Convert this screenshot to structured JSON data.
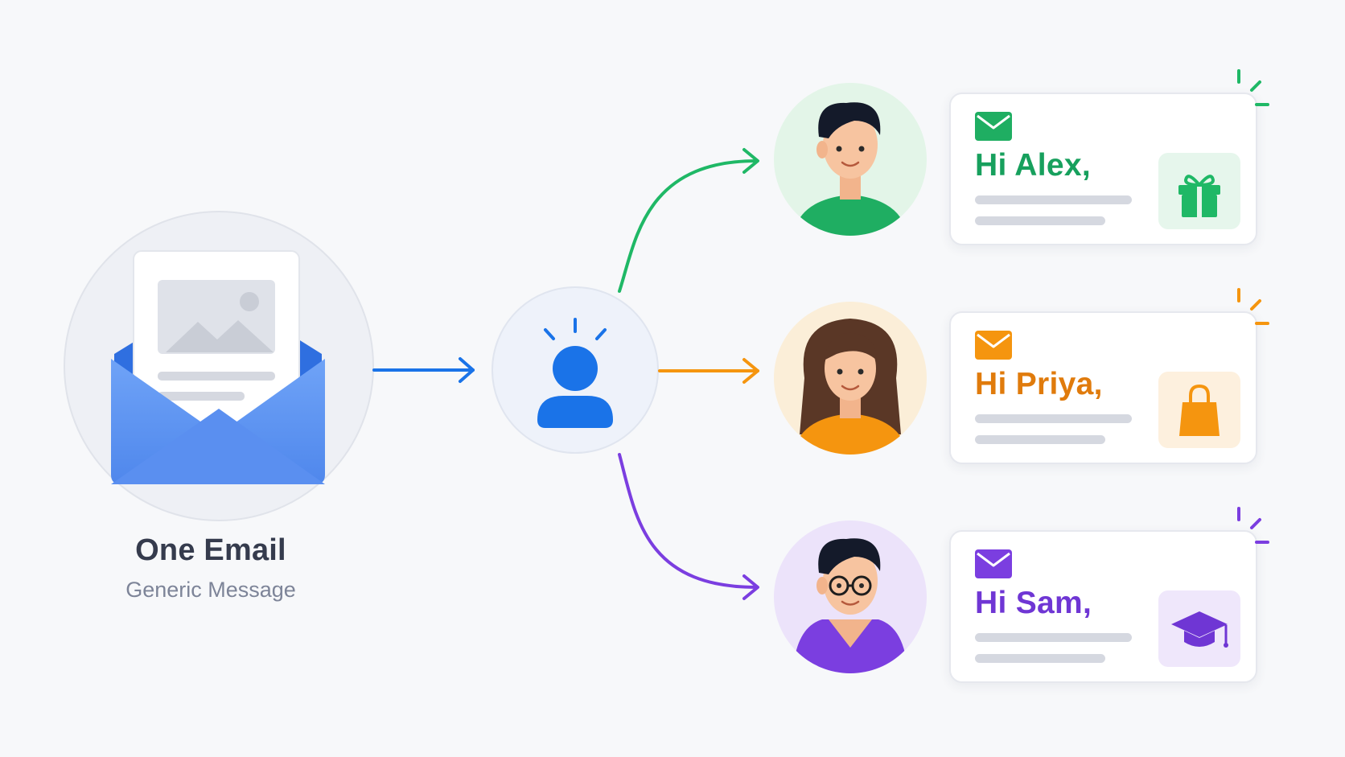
{
  "source": {
    "title": "One Email",
    "subtitle": "Generic Message",
    "icon": "envelope-letter-icon"
  },
  "hub": {
    "icon": "person-spark-icon"
  },
  "recipients": [
    {
      "greeting": "Hi Alex,",
      "color": "#17a05d",
      "bg": "#e6f6ec",
      "icon": "gift-icon"
    },
    {
      "greeting": "Hi Priya,",
      "color": "#f0870f",
      "bg": "#fdf0de",
      "icon": "shopping-bag-icon"
    },
    {
      "greeting": "Hi Sam,",
      "color": "#7b3ee0",
      "bg": "#efe7fb",
      "icon": "graduation-cap-icon"
    }
  ],
  "colors": {
    "blue": "#1a73e8",
    "green": "#1fb866",
    "orange": "#f5950f",
    "purple": "#7b3ee0"
  }
}
